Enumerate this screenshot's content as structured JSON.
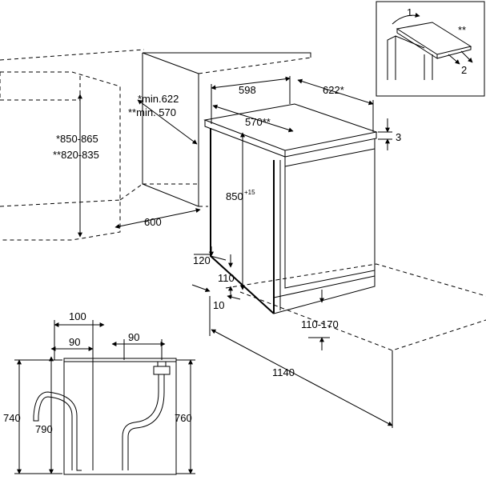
{
  "labels": {
    "width": "598",
    "depth": "622*",
    "top_depth": "570**",
    "top_thickness": "3",
    "niche_depth_a": "*min.622",
    "niche_depth_b": "**min. 570",
    "niche_height_a": "*850-865",
    "niche_height_b": "**820-835",
    "height": "850",
    "height_sup": "+15",
    "niche_width": "600",
    "plinth_height": "120",
    "foot_height": "110",
    "foot_recess": "10",
    "plinth_adjust": "110-170",
    "door_open_depth": "1140",
    "hose_offset_a": "100",
    "hose_offset_b": "90",
    "hose_offset_c": "90",
    "hose_height_a": "740",
    "hose_height_b": "790",
    "hose_height_c": "760",
    "step_1": "1",
    "step_2": "2",
    "inset_note": "**"
  }
}
